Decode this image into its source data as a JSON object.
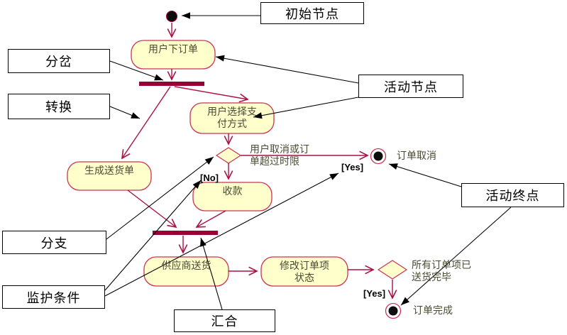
{
  "diagram": {
    "kind": "uml-activity-diagram",
    "colors": {
      "node_fill": "#ffffcc",
      "node_border": "#cc3355",
      "fork_join_bar": "#990033",
      "flow_arrow": "#aa1145",
      "annotation_arrow": "#000000",
      "node_text": "#4a4a33",
      "callout_text": "#000000"
    },
    "callouts": [
      {
        "label": "初始节点"
      },
      {
        "label": "分岔"
      },
      {
        "label": "转换"
      },
      {
        "label": "活动节点"
      },
      {
        "label": "活动终点"
      },
      {
        "label": "分支"
      },
      {
        "label": "监护条件"
      },
      {
        "label": "汇合"
      }
    ],
    "activities": [
      {
        "label": "用户下订单"
      },
      {
        "label": "用户选择支\n付方式"
      },
      {
        "label": "生成送货单"
      },
      {
        "label": "收款"
      },
      {
        "label": "供应商送货"
      },
      {
        "label": "修改订单项\n状态"
      }
    ],
    "guards": [
      {
        "label": "[No]"
      },
      {
        "label": "[Yes]"
      },
      {
        "label": "[Yes]"
      }
    ],
    "conditions": [
      {
        "label": "用户取消或订\n单超过时限"
      },
      {
        "label": "所有订单项已\n送货完毕"
      }
    ],
    "terminals": [
      {
        "label": "订单取消"
      },
      {
        "label": "订单完成"
      }
    ],
    "flows": [
      {
        "from": "initial-node",
        "to": "用户下订单"
      },
      {
        "from": "用户下订单",
        "to": "fork-bar"
      },
      {
        "from": "fork-bar",
        "to": "生成送货单"
      },
      {
        "from": "fork-bar",
        "to": "用户选择支付方式"
      },
      {
        "from": "用户选择支付方式",
        "to": "decision-1"
      },
      {
        "from": "decision-1",
        "to": "收款",
        "guard": "[No]"
      },
      {
        "from": "decision-1",
        "to": "订单取消",
        "guard": "[Yes]",
        "condition": "用户取消或订单超过时限"
      },
      {
        "from": "生成送货单",
        "to": "join-bar"
      },
      {
        "from": "收款",
        "to": "join-bar"
      },
      {
        "from": "join-bar",
        "to": "供应商送货"
      },
      {
        "from": "供应商送货",
        "to": "修改订单项状态"
      },
      {
        "from": "修改订单项状态",
        "to": "decision-2",
        "condition": "所有订单项已送货完毕"
      },
      {
        "from": "decision-2",
        "to": "订单完成",
        "guard": "[Yes]"
      }
    ]
  }
}
